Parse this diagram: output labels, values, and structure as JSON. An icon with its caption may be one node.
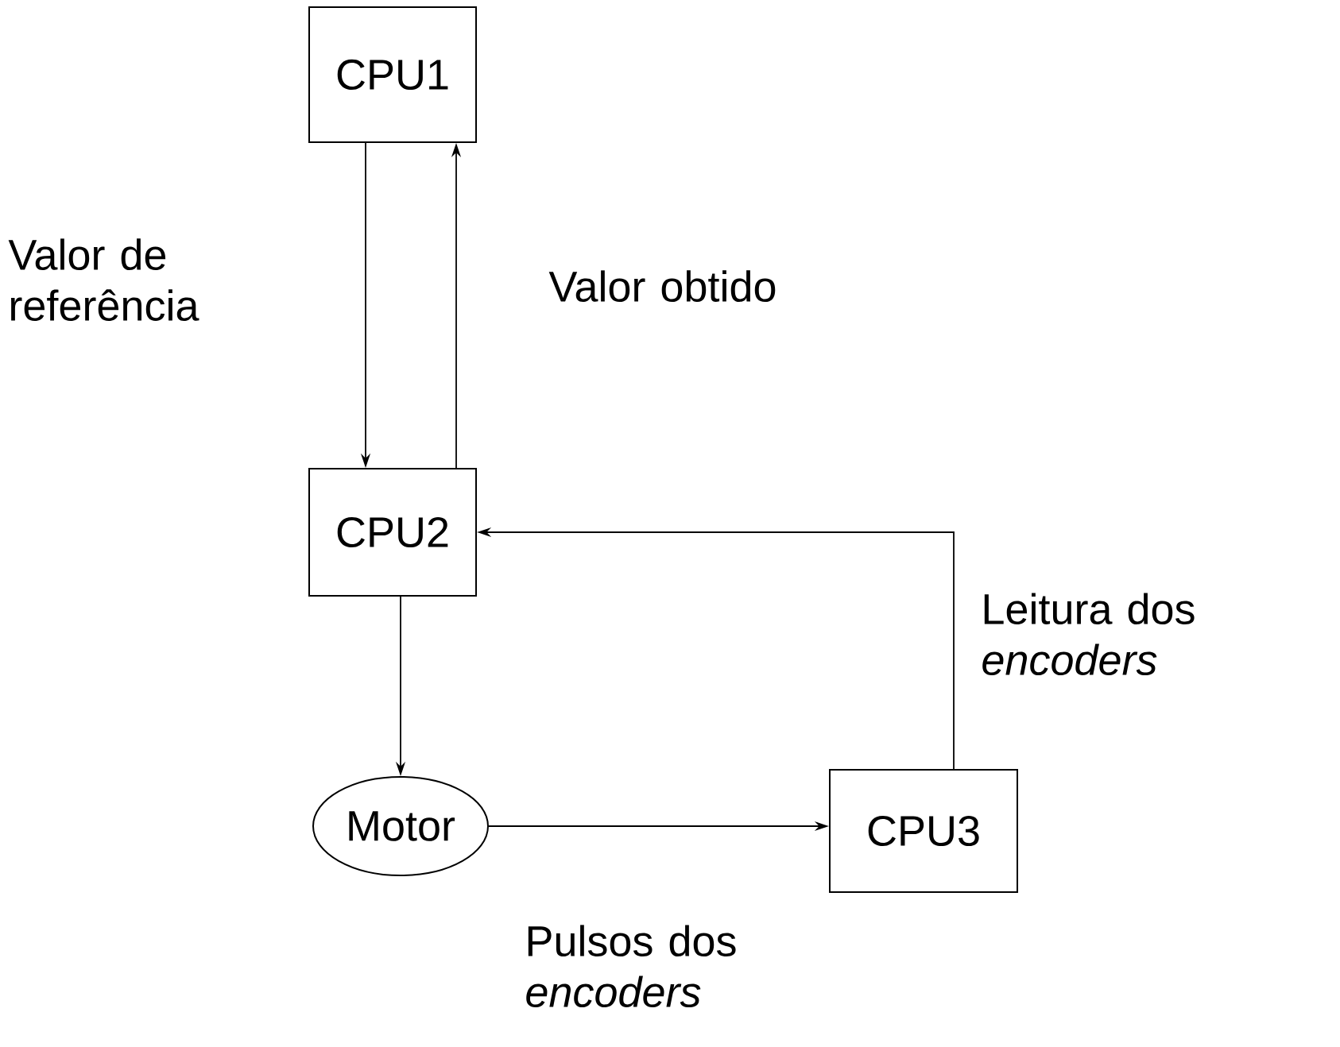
{
  "diagram": {
    "nodes": [
      {
        "text": [
          "CPU1"
        ]
      },
      {
        "text": [
          "CPU2"
        ]
      },
      {
        "text": [
          "Motor"
        ]
      },
      {
        "text": [
          "CPU3"
        ]
      }
    ],
    "edges": [
      {
        "from": 0,
        "to": 1,
        "arrow": "to",
        "label": "Valor de referência"
      },
      {
        "from": 1,
        "to": 0,
        "arrow": "to",
        "label": "Valor obtido"
      },
      {
        "from": 1,
        "to": 2,
        "arrow": "to"
      },
      {
        "from": 2,
        "to": 3,
        "arrow": "to",
        "label": "Pulsos dos *encoders*"
      },
      {
        "from": 3,
        "to": 1,
        "arrow": "to",
        "label": "Leitura dos *encoders*"
      }
    ]
  }
}
